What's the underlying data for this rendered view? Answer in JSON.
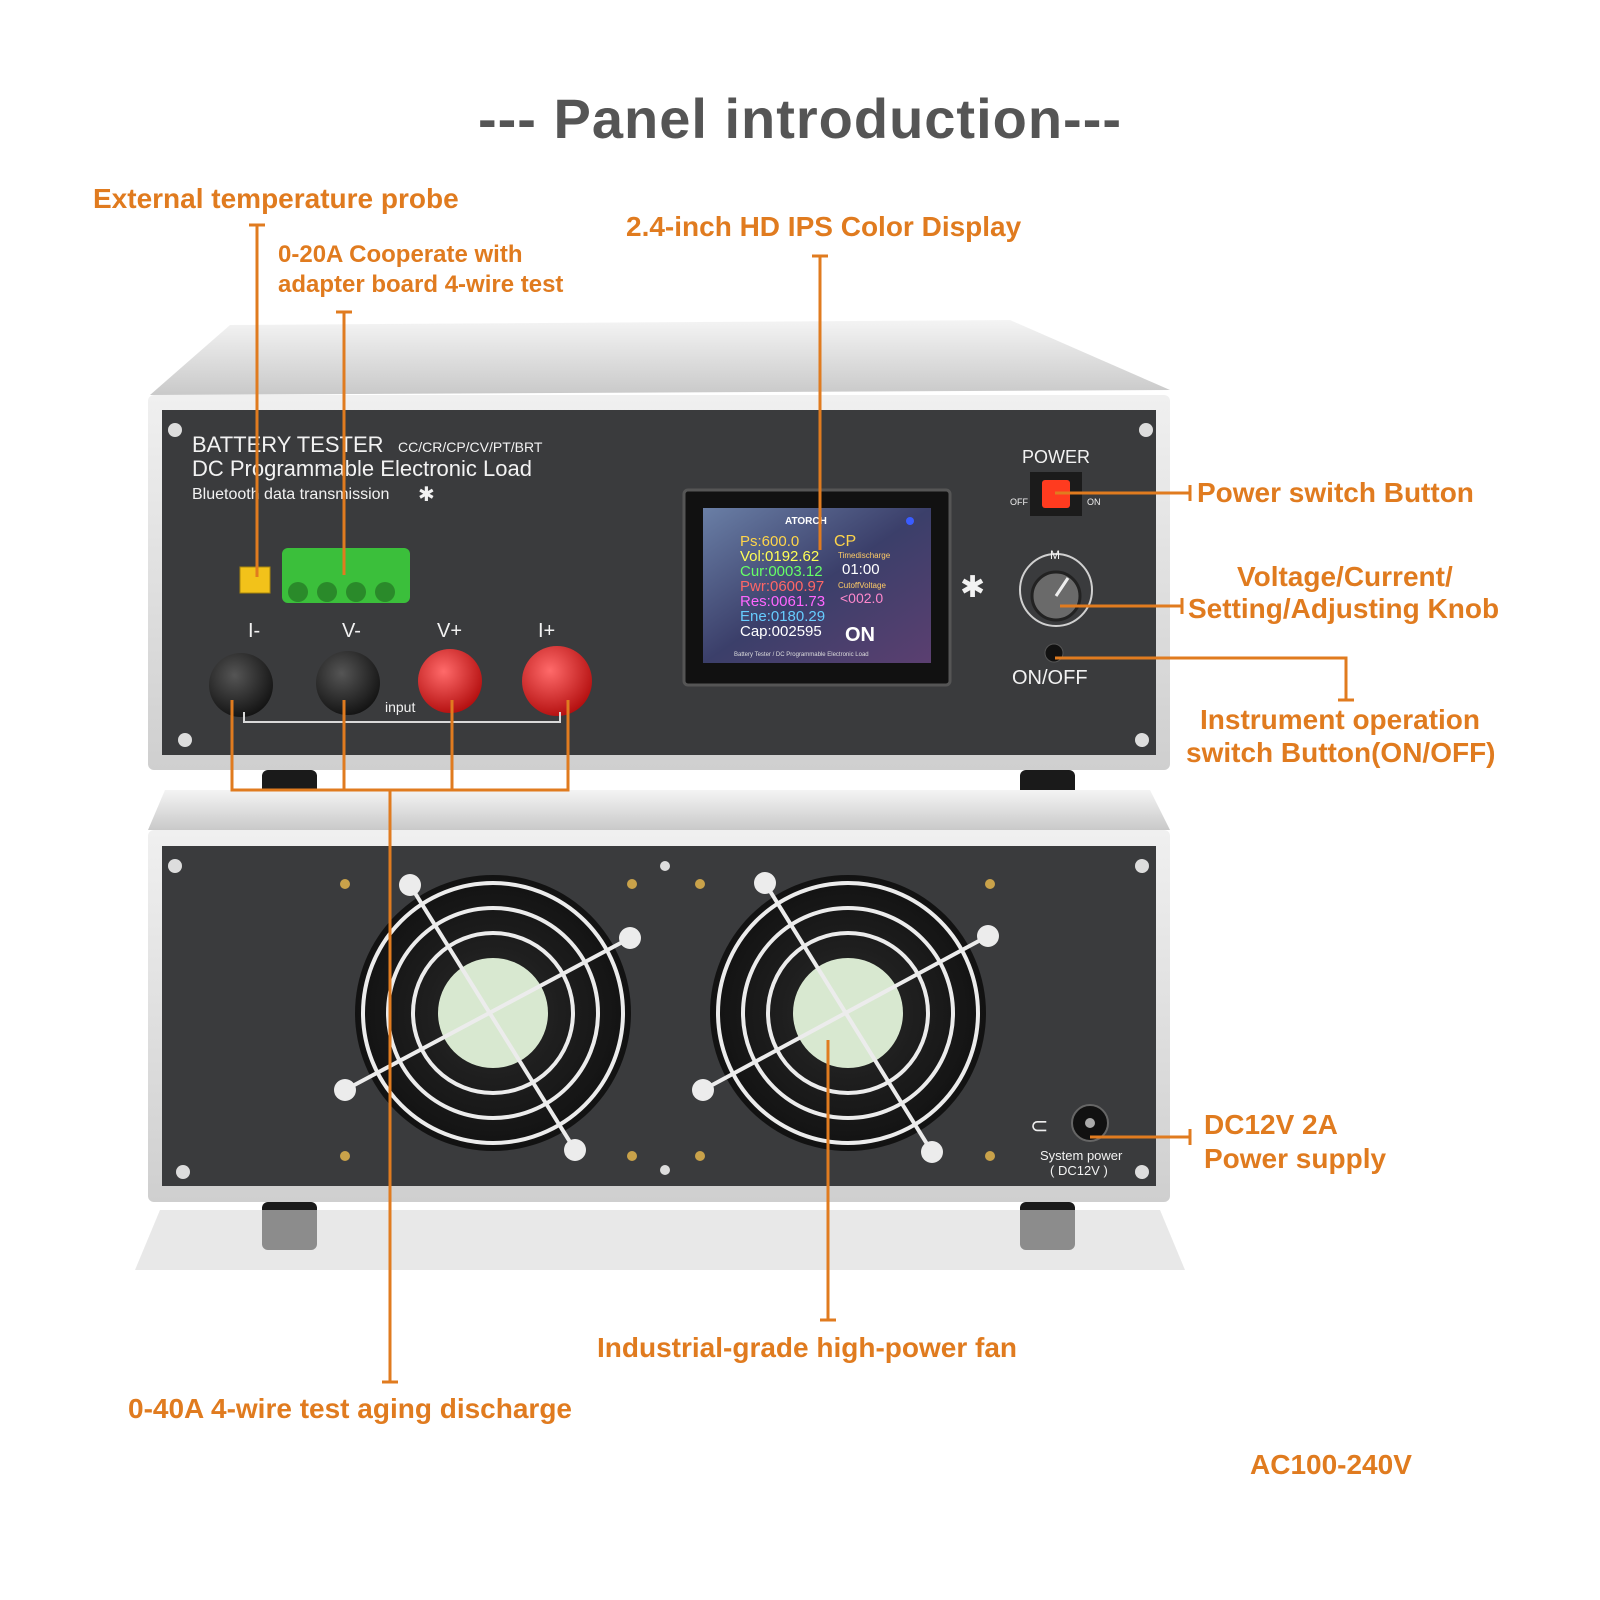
{
  "title": "--- Panel introduction---",
  "callouts": {
    "temp_probe": "External temperature probe",
    "adapter_line1": "0-20A Cooperate with",
    "adapter_line2": "adapter board 4-wire test",
    "display": "2.4-inch HD IPS Color Display",
    "power_switch": "Power switch Button",
    "knob_line1": "Voltage/Current/",
    "knob_line2": "Setting/Adjusting Knob",
    "onoff_line1": "Instrument operation",
    "onoff_line2": "switch Button(ON/OFF)",
    "dc_line1": "DC12V 2A",
    "dc_line2": "Power supply",
    "fan": "Industrial-grade high-power fan",
    "four_wire": "0-40A 4-wire test aging discharge",
    "ac": "AC100-240V"
  },
  "device": {
    "brand_line1": "BATTERY TESTER",
    "modes": "CC/CR/CP/CV/PT/BRT",
    "brand_line2": "DC Programmable Electronic Load",
    "bluetooth": "Bluetooth data transmission",
    "terminals": [
      "I-",
      "V-",
      "V+",
      "I+"
    ],
    "input_label": "input",
    "power_label": "POWER",
    "off_label": "OFF",
    "on_label": "ON",
    "onoff_label": "ON/OFF",
    "knob_label": "M",
    "system_power_line1": "System power",
    "system_power_line2": "( DC12V )"
  },
  "screen": {
    "brand": "ATORCH",
    "ps": "Ps:600.0",
    "mode": "CP",
    "vol": "Vol:0192.62",
    "cur": "Cur:0003.12",
    "pwr": "Pwr:0600.97",
    "res": "Res:0061.73",
    "ene": "Ene:0180.29",
    "cap": "Cap:002595",
    "time_label": "Timedischarge",
    "time": "01:00",
    "cutoff_label": "CutoffVoltage",
    "cutoff": "<002.0",
    "status": "ON",
    "footer": "Battery Tester / DC Programmable Electronic Load"
  },
  "colors": {
    "accent": "#e07b1f",
    "panel": "#3a3b3d",
    "frame": "#d9d9d9",
    "terminal_red": "#d81414",
    "terminal_black": "#1c1c1c",
    "connector_green": "#3bbf3b"
  }
}
